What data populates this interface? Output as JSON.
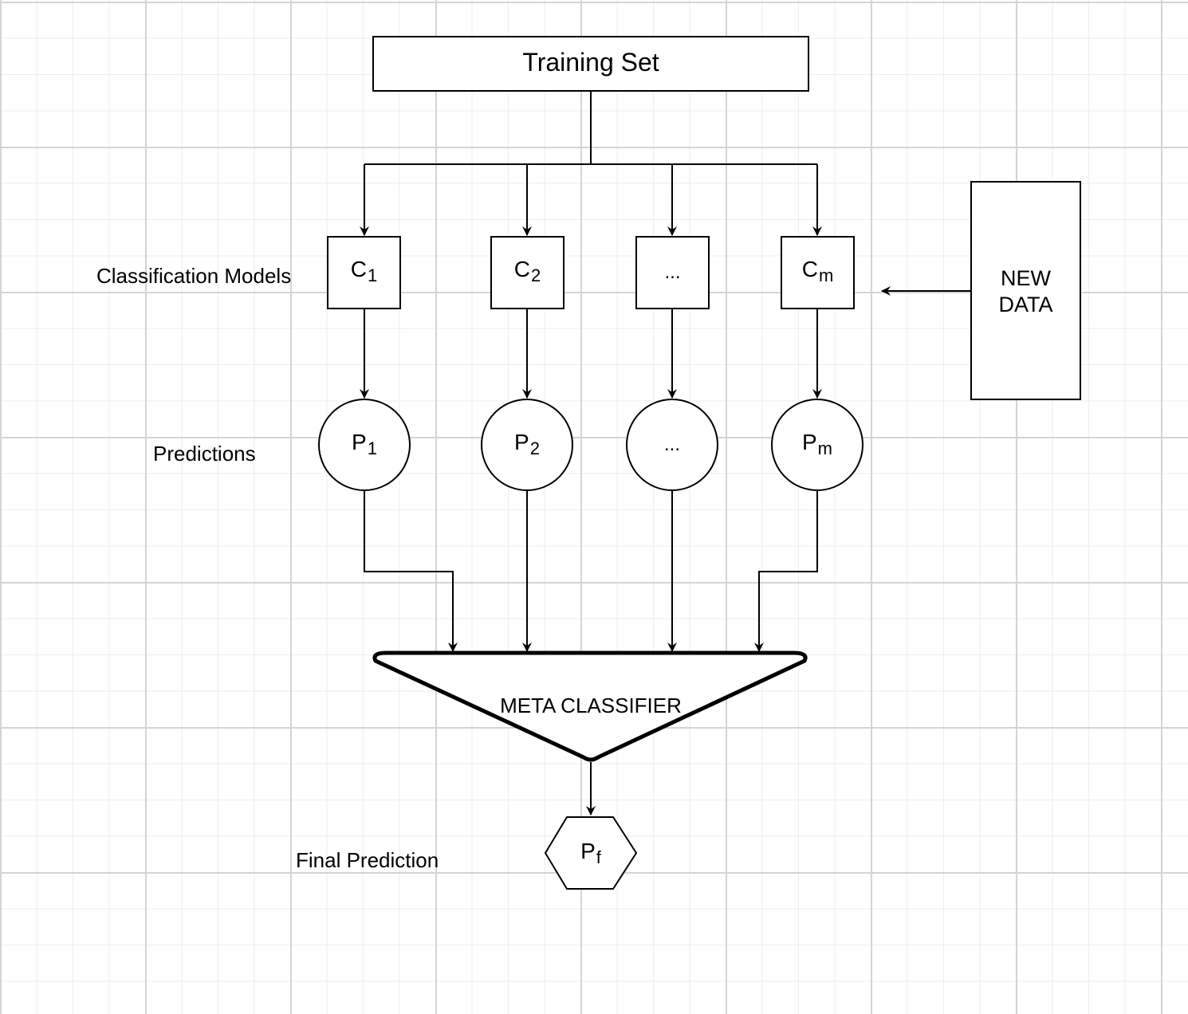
{
  "training_set": {
    "label": "Training Set"
  },
  "row_labels": {
    "classification_models": "Classification Models",
    "predictions": "Predictions",
    "final_prediction": "Final Prediction"
  },
  "classifiers": [
    {
      "base": "C",
      "sub": "1"
    },
    {
      "base": "C",
      "sub": "2"
    },
    {
      "base": "...",
      "sub": ""
    },
    {
      "base": "C",
      "sub": "m"
    }
  ],
  "predictions": [
    {
      "base": "P",
      "sub": "1"
    },
    {
      "base": "P",
      "sub": "2"
    },
    {
      "base": "...",
      "sub": ""
    },
    {
      "base": "P",
      "sub": "m"
    }
  ],
  "new_data": {
    "line1": "NEW",
    "line2": "DATA"
  },
  "meta_classifier": {
    "label": "META CLASSIFIER"
  },
  "final": {
    "base": "P",
    "sub": "f"
  }
}
